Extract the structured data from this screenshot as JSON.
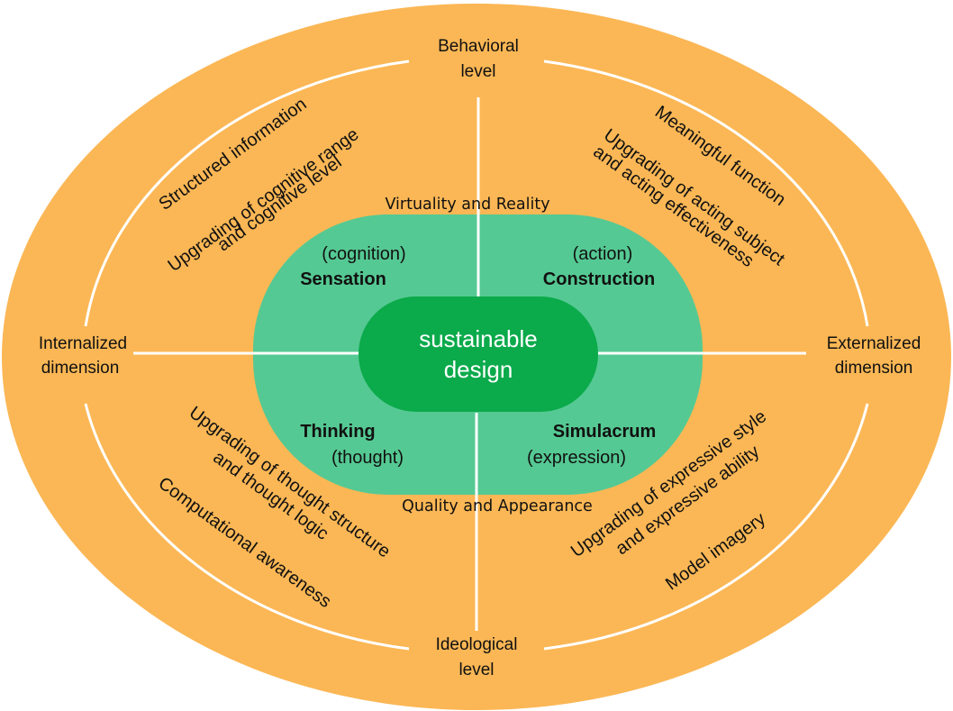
{
  "colors": {
    "outer_fill": "#FBB755",
    "middle_fill": "#55C993",
    "center_fill": "#0BAA4B",
    "line": "#FFFFFF",
    "text": "#111111"
  },
  "center": {
    "line1": "sustainable",
    "line2": "design"
  },
  "axes": {
    "top": {
      "line1": "Behavioral",
      "line2": "level"
    },
    "bottom": {
      "line1": "Ideological",
      "line2": "level"
    },
    "left": {
      "line1": "Internalized",
      "line2": "dimension"
    },
    "right": {
      "line1": "Externalized",
      "line2": "dimension"
    }
  },
  "middle_ring": {
    "top_label": "Virtuality and Reality",
    "bottom_label": "Quality and Appearance"
  },
  "quadrants": {
    "top_left": {
      "sub": "(cognition)",
      "name": "Sensation"
    },
    "top_right": {
      "sub": "(action)",
      "name": "Construction"
    },
    "bottom_left": {
      "name": "Thinking",
      "sub": "(thought)"
    },
    "bottom_right": {
      "name": "Simulacrum",
      "sub": "(expression)"
    }
  },
  "outer_phrases": {
    "top_left": [
      "Structured information",
      "Upgrading of cognitive range",
      "and cognitive level"
    ],
    "top_right": [
      "Meaningful function",
      "Upgrading of acting subject",
      "and acting effectiveness"
    ],
    "bottom_left": [
      "Upgrading of thought structure",
      "and thought logic",
      "Computational awareness"
    ],
    "bottom_right": [
      "Upgrading of expressive style",
      "and expressive ability",
      "Model imagery"
    ]
  }
}
